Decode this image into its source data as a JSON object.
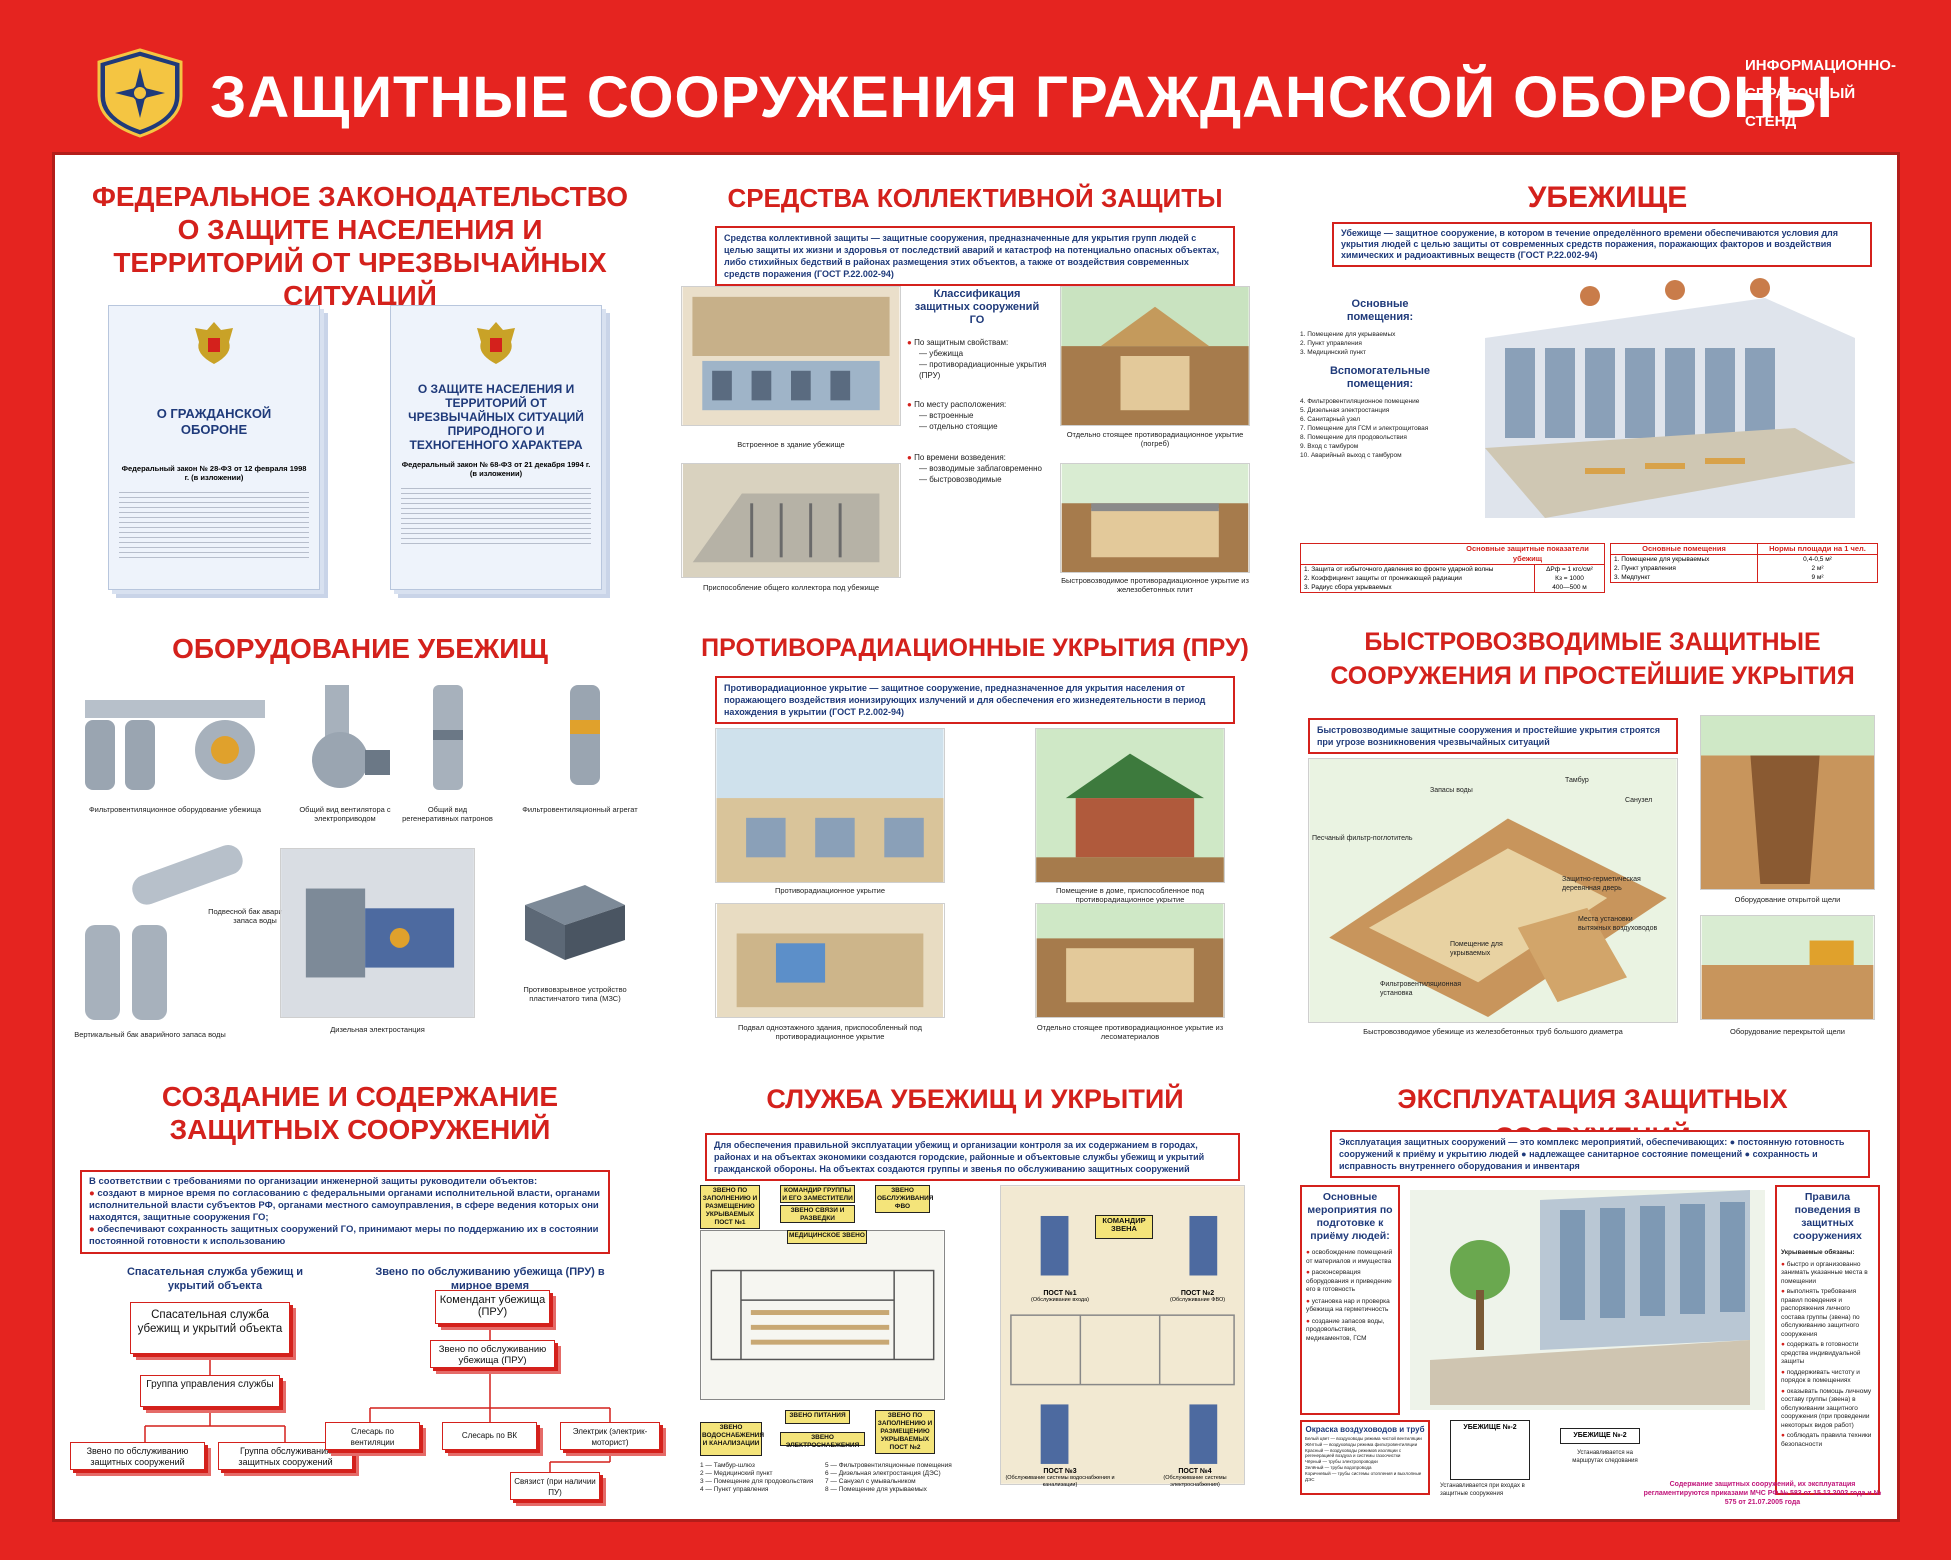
{
  "header": {
    "title": "ЗАЩИТНЫЕ СООРУЖЕНИЯ ГРАЖДАНСКОЙ ОБОРОНЫ",
    "stand_label": "ИНФОРМАЦИОННО-\nСПРАВОЧНЫЙ\nСТЕНД",
    "logo_icon": "mchs-emblem-icon"
  },
  "colors": {
    "red": "#e52420",
    "dark_red": "#d4211c",
    "blue": "#1f3a7a",
    "yellow": "#f4e47a"
  },
  "legislation": {
    "title": "ФЕДЕРАЛЬНОЕ ЗАКОНОДАТЕЛЬСТВО О ЗАЩИТЕ НАСЕЛЕНИЯ И ТЕРРИТОРИЙ ОТ ЧРЕЗВЫЧАЙНЫХ СИТУАЦИЙ",
    "doc1": {
      "heading": "О ГРАЖДАНСКОЙ ОБОРОНЕ",
      "law": "Федеральный закон № 28-ФЗ от 12 февраля 1998 г. (в изложении)"
    },
    "doc2": {
      "heading": "О ЗАЩИТЕ НАСЕЛЕНИЯ И ТЕРРИТОРИЙ ОТ ЧРЕЗВЫЧАЙНЫХ СИТУАЦИЙ ПРИРОДНОГО И ТЕХНОГЕННОГО ХАРАКТЕРА",
      "law": "Федеральный закон № 68-ФЗ от 21 декабря 1994 г. (в изложении)"
    }
  },
  "collective": {
    "title": "СРЕДСТВА КОЛЛЕКТИВНОЙ ЗАЩИТЫ",
    "definition": "Средства коллективной защиты — защитные сооружения, предназначенные для укрытия групп людей с целью защиты их жизни и здоровья от последствий аварий и катастроф на потенциально опасных объектах, либо стихийных бедствий в районах размещения этих объектов, а также от воздействия современных средств поражения (ГОСТ Р.22.002-94)",
    "classification_title": "Классификация защитных сооружений ГО",
    "class_groups": [
      {
        "title": "По защитным свойствам:",
        "items": [
          "— убежища",
          "— противорадиационные укрытия (ПРУ)"
        ]
      },
      {
        "title": "По месту расположения:",
        "items": [
          "— встроенные",
          "— отдельно стоящие"
        ]
      },
      {
        "title": "По времени возведения:",
        "items": [
          "— возводимые заблаговременно",
          "— быстровозводимые"
        ]
      }
    ],
    "captions": [
      "Встроенное в здание убежище",
      "Приспособление общего коллектора под убежище",
      "Отдельно стоящее противорадиационное укрытие (погреб)",
      "Быстровозводимое противорадиационное укрытие из железобетонных плит"
    ]
  },
  "shelter": {
    "title": "УБЕЖИЩЕ",
    "definition": "Убежище — защитное сооружение, в котором в течение определённого времени обеспечиваются условия для укрытия людей с целью защиты от современных средств поражения, поражающих факторов и воздействия химических и радиоактивных веществ (ГОСТ Р.22.002-94)",
    "main_rooms_title": "Основные помещения:",
    "main_rooms": [
      "1. Помещение для укрываемых",
      "2. Пункт управления",
      "3. Медицинский пункт"
    ],
    "aux_rooms_title": "Вспомогательные помещения:",
    "aux_rooms": [
      "4. Фильтровентиляционное помещение",
      "5. Дизельная электростанция",
      "6. Санитарный узел",
      "7. Помещение для ГСМ и электрощитовая",
      "8. Помещение для продовольствия",
      "9. Вход с тамбуром",
      "10. Аварийный выход с тамбуром"
    ],
    "table1_title": "Основные защитные показатели убежищ",
    "table1_rows": [
      [
        "1. Защита от избыточного давления во фронте ударной волны",
        "ΔРф = 1 кгс/см²"
      ],
      [
        "2. Коэффициент защиты от проникающей радиации",
        "Кз = 1000"
      ],
      [
        "3. Радиус сбора укрываемых",
        "400—500 м"
      ]
    ],
    "table2_headers": [
      "Основные помещения",
      "Нормы площади на 1 чел."
    ],
    "table2_rows": [
      [
        "1. Помещение для укрываемых",
        "0,4-0,5 м²"
      ],
      [
        "2. Пункт управления",
        "2 м²"
      ],
      [
        "3. Медпункт",
        "9 м²"
      ]
    ]
  },
  "equipment": {
    "title": "ОБОРУДОВАНИЕ УБЕЖИЩ",
    "captions": [
      "Фильтровентиляционное оборудование убежища",
      "Общий вид вентилятора с электроприводом",
      "Общий вид регенеративных патронов",
      "Фильтровентиляционный агрегат",
      "Подвесной бак аварийного запаса воды",
      "Вертикальный бак аварийного запаса воды",
      "Дизельная электростанция",
      "Противовзрывное устройство пластинчатого типа (МЗС)"
    ]
  },
  "pru": {
    "title": "ПРОТИВОРАДИАЦИОННЫЕ УКРЫТИЯ (ПРУ)",
    "definition": "Противорадиационное укрытие — защитное сооружение, предназначенное для укрытия населения от поражающего воздействия ионизирующих излучений и для обеспечения его жизнедеятельности в период нахождения в укрытии (ГОСТ Р.2.002-94)",
    "captions": [
      "Противорадиационное укрытие",
      "Помещение в доме, приспособленное под противорадиационное укрытие",
      "Подвал одноэтажного здания, приспособленный под противорадиационное укрытие",
      "Отдельно стоящее противорадиационное укрытие из лесоматериалов"
    ]
  },
  "quick": {
    "title": "БЫСТРОВОЗВОДИМЫЕ ЗАЩИТНЫЕ СООРУЖЕНИЯ И ПРОСТЕЙШИЕ УКРЫТИЯ",
    "definition": "Быстровозводимые защитные сооружения и простейшие укрытия строятся при угрозе возникновения чрезвычайных ситуаций",
    "labels": [
      "Запасы воды",
      "Тамбур",
      "Санузел",
      "Песчаный фильтр-поглотитель",
      "Защитно-герметическая деревянная дверь",
      "Места установки вытяжных воздуховодов",
      "Помещение для укрываемых",
      "Фильтровентиляционная установка"
    ],
    "captions": [
      "Быстровозводимое убежище из железобетонных труб большого диаметра",
      "Оборудование открытой щели",
      "Оборудование перекрытой щели"
    ]
  },
  "creation": {
    "title": "СОЗДАНИЕ И СОДЕРЖАНИЕ ЗАЩИТНЫХ СООРУЖЕНИЙ",
    "intro": "В соответствии с требованиями по организации инженерной защиты руководители объектов:",
    "bullets": [
      "создают в мирное время по согласованию с федеральными органами исполнительной власти, органами исполнительной власти субъектов РФ, органами местного самоуправления, в сфере ведения которых они находятся, защитные сооружения ГО;",
      "обеспечивают сохранность защитных сооружений ГО, принимают меры по поддержанию их в состоянии постоянной готовности к использованию"
    ],
    "left_title": "Спасательная служба убежищ и укрытий объекта",
    "left_boxes": [
      "Спасательная служба убежищ и укрытий объекта",
      "Группа управления службы",
      "Звено по обслуживанию защитных сооружений",
      "Группа обслуживания защитных сооружений"
    ],
    "right_title": "Звено по обслуживанию убежища (ПРУ) в мирное время",
    "right_boxes": [
      "Комендант убежища (ПРУ)",
      "Звено по обслуживанию убежища (ПРУ)",
      "Слесарь по вентиляции",
      "Слесарь по ВК",
      "Электрик (электрик-моторист)",
      "Связист (при наличии ПУ)"
    ]
  },
  "service": {
    "title": "СЛУЖБА УБЕЖИЩ И УКРЫТИЙ",
    "definition": "Для обеспечения правильной эксплуатации убежищ и организации контроля за их содержанием в городах, районах и на объектах экономики создаются городские, районные и объектовые службы убежищ и укрытий гражданской обороны. На объектах создаются группы и звенья по обслуживанию защитных сооружений",
    "plan_boxes": [
      "ЗВЕНО ПО ЗАПОЛНЕНИЮ И РАЗМЕЩЕНИЮ УКРЫВАЕМЫХ ПОСТ №1",
      "КОМАНДИР ГРУППЫ И ЕГО ЗАМЕСТИТЕЛИ",
      "ЗВЕНО СВЯЗИ И РАЗВЕДКИ",
      "ЗВЕНО ОБСЛУЖИВАНИЯ ФВО",
      "МЕДИЦИНСКОЕ ЗВЕНО",
      "ЗВЕНО ПИТАНИЯ",
      "ЗВЕНО ВОДОСНАБЖЕНИЯ И КАНАЛИЗАЦИИ",
      "ЗВЕНО ЭЛЕКТРОСНАБЖЕНИЯ",
      "ЗВЕНО ПО ЗАПОЛНЕНИЮ И РАЗМЕЩЕНИЮ УКРЫВАЕМЫХ ПОСТ №2"
    ],
    "legend_left": [
      "1 — Тамбур-шлюз",
      "2 — Медицинский пункт",
      "3 — Помещение для продовольствия",
      "4 — Пункт управления"
    ],
    "legend_right": [
      "5 — Фильтровентиляционные помещения",
      "6 — Дизельная электростанция (ДЭС)",
      "7 — Санузел с умывальником",
      "8 — Помещение для укрываемых"
    ],
    "posts": [
      {
        "label": "ПОСТ №1",
        "note": "(Обслуживание входа)"
      },
      {
        "label": "ПОСТ №2",
        "note": "(Обслуживание ФВО)"
      },
      {
        "label": "ПОСТ №3",
        "note": "(Обслуживание системы водоснабжения и канализации)"
      },
      {
        "label": "ПОСТ №4",
        "note": "(Обслуживание системы электроснабжения)"
      }
    ],
    "commander": "КОМАНДИР ЗВЕНА"
  },
  "operation": {
    "title": "ЭКСПЛУАТАЦИЯ ЗАЩИТНЫХ СООРУЖЕНИЙ",
    "definition": "Эксплуатация защитных сооружений — это комплекс мероприятий, обеспечивающих: ● постоянную готовность сооружений к приёму и укрытию людей ● надлежащее санитарное состояние помещений ● сохранность и исправность внутреннего оборудования и инвентаря",
    "prep_title": "Основные мероприятия по подготовке к приёму людей:",
    "prep_items": [
      "освобождение помещений от материалов и имущества",
      "расконсервация оборудования и приведение его в готовность",
      "установка нар и проверка убежища на герметичность",
      "создание запасов воды, продовольствия, медикаментов, ГСМ"
    ],
    "rules_title": "Правила поведения в защитных сооружениях",
    "rules_intro": "Укрываемые обязаны:",
    "rules_items": [
      "быстро и организованно занимать указанные места в помещении",
      "выполнять требования правил поведения и распоряжения личного состава группы (звена) по обслуживанию защитного сооружения",
      "содержать в готовности средства индивидуальной защиты",
      "поддерживать чистоту и порядок в помещениях",
      "оказывать помощь личному составу группы (звена) в обслуживании защитного сооружения (при проведении некоторых видов работ)",
      "соблюдать правила техники безопасности"
    ],
    "pipe_colors_title": "Окраска воздуховодов и труб",
    "pipe_colors": [
      "Белый цвет — воздуховоды режима чистой вентиляции",
      "Жёлтый — воздуховоды режима фильтровентиляции",
      "Красный — воздуховоды режимов изоляции с регенерацией воздуха и системы газоочистки",
      "Чёрный — трубы электропроводки",
      "Зелёный — трубы водопровода",
      "Коричневый — трубы системы отопления и выхлопные ДЭС"
    ],
    "sign_label": "УБЕЖИЩЕ №-2",
    "sign_note1": "Устанавливается на маршрутах следования",
    "sign_note2": "Устанавливается при входах в защитные сооружения",
    "footer_note": "Содержание защитных сооружений, их эксплуатация регламентируются приказами МЧС РФ № 583 от 15.12.2002 года и № 575 от 21.07.2005 года"
  }
}
